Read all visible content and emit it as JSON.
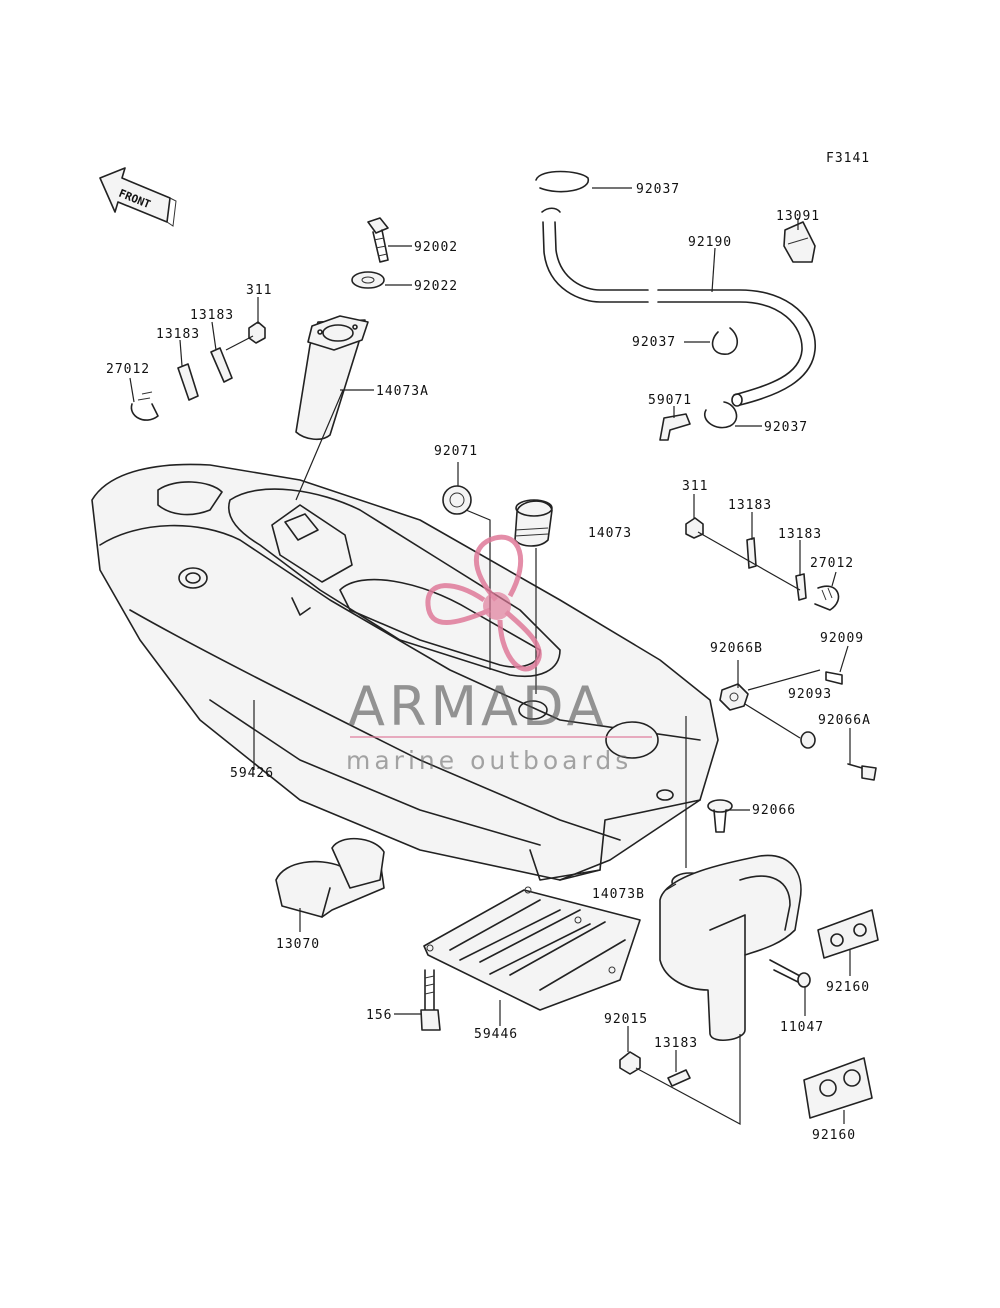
{
  "figure_code": "F3141",
  "front_label": "FRONT",
  "watermark": {
    "title": "ARMADA",
    "subtitle": "marine outboards",
    "accent": "#e07a9a"
  },
  "labels": {
    "p92037_top": "92037",
    "p13091": "13091",
    "p92190": "92190",
    "p92002": "92002",
    "p92022": "92022",
    "p311_l": "311",
    "p13183_l1": "13183",
    "p13183_l2": "13183",
    "p27012_l": "27012",
    "p14073A": "14073A",
    "p92037_mid": "92037",
    "p59071": "59071",
    "p92037_r": "92037",
    "p92071": "92071",
    "p14073": "14073",
    "p311_r": "311",
    "p13183_r1": "13183",
    "p13183_r2": "13183",
    "p27012_r": "27012",
    "p92066B": "92066B",
    "p92009": "92009",
    "p92093": "92093",
    "p92066A": "92066A",
    "p59426": "59426",
    "p92066": "92066",
    "p14073B": "14073B",
    "p13070": "13070",
    "p92160_a": "92160",
    "p156": "156",
    "p59446": "59446",
    "p92015": "92015",
    "p13183_b": "13183",
    "p11047": "11047",
    "p92160_b": "92160"
  }
}
